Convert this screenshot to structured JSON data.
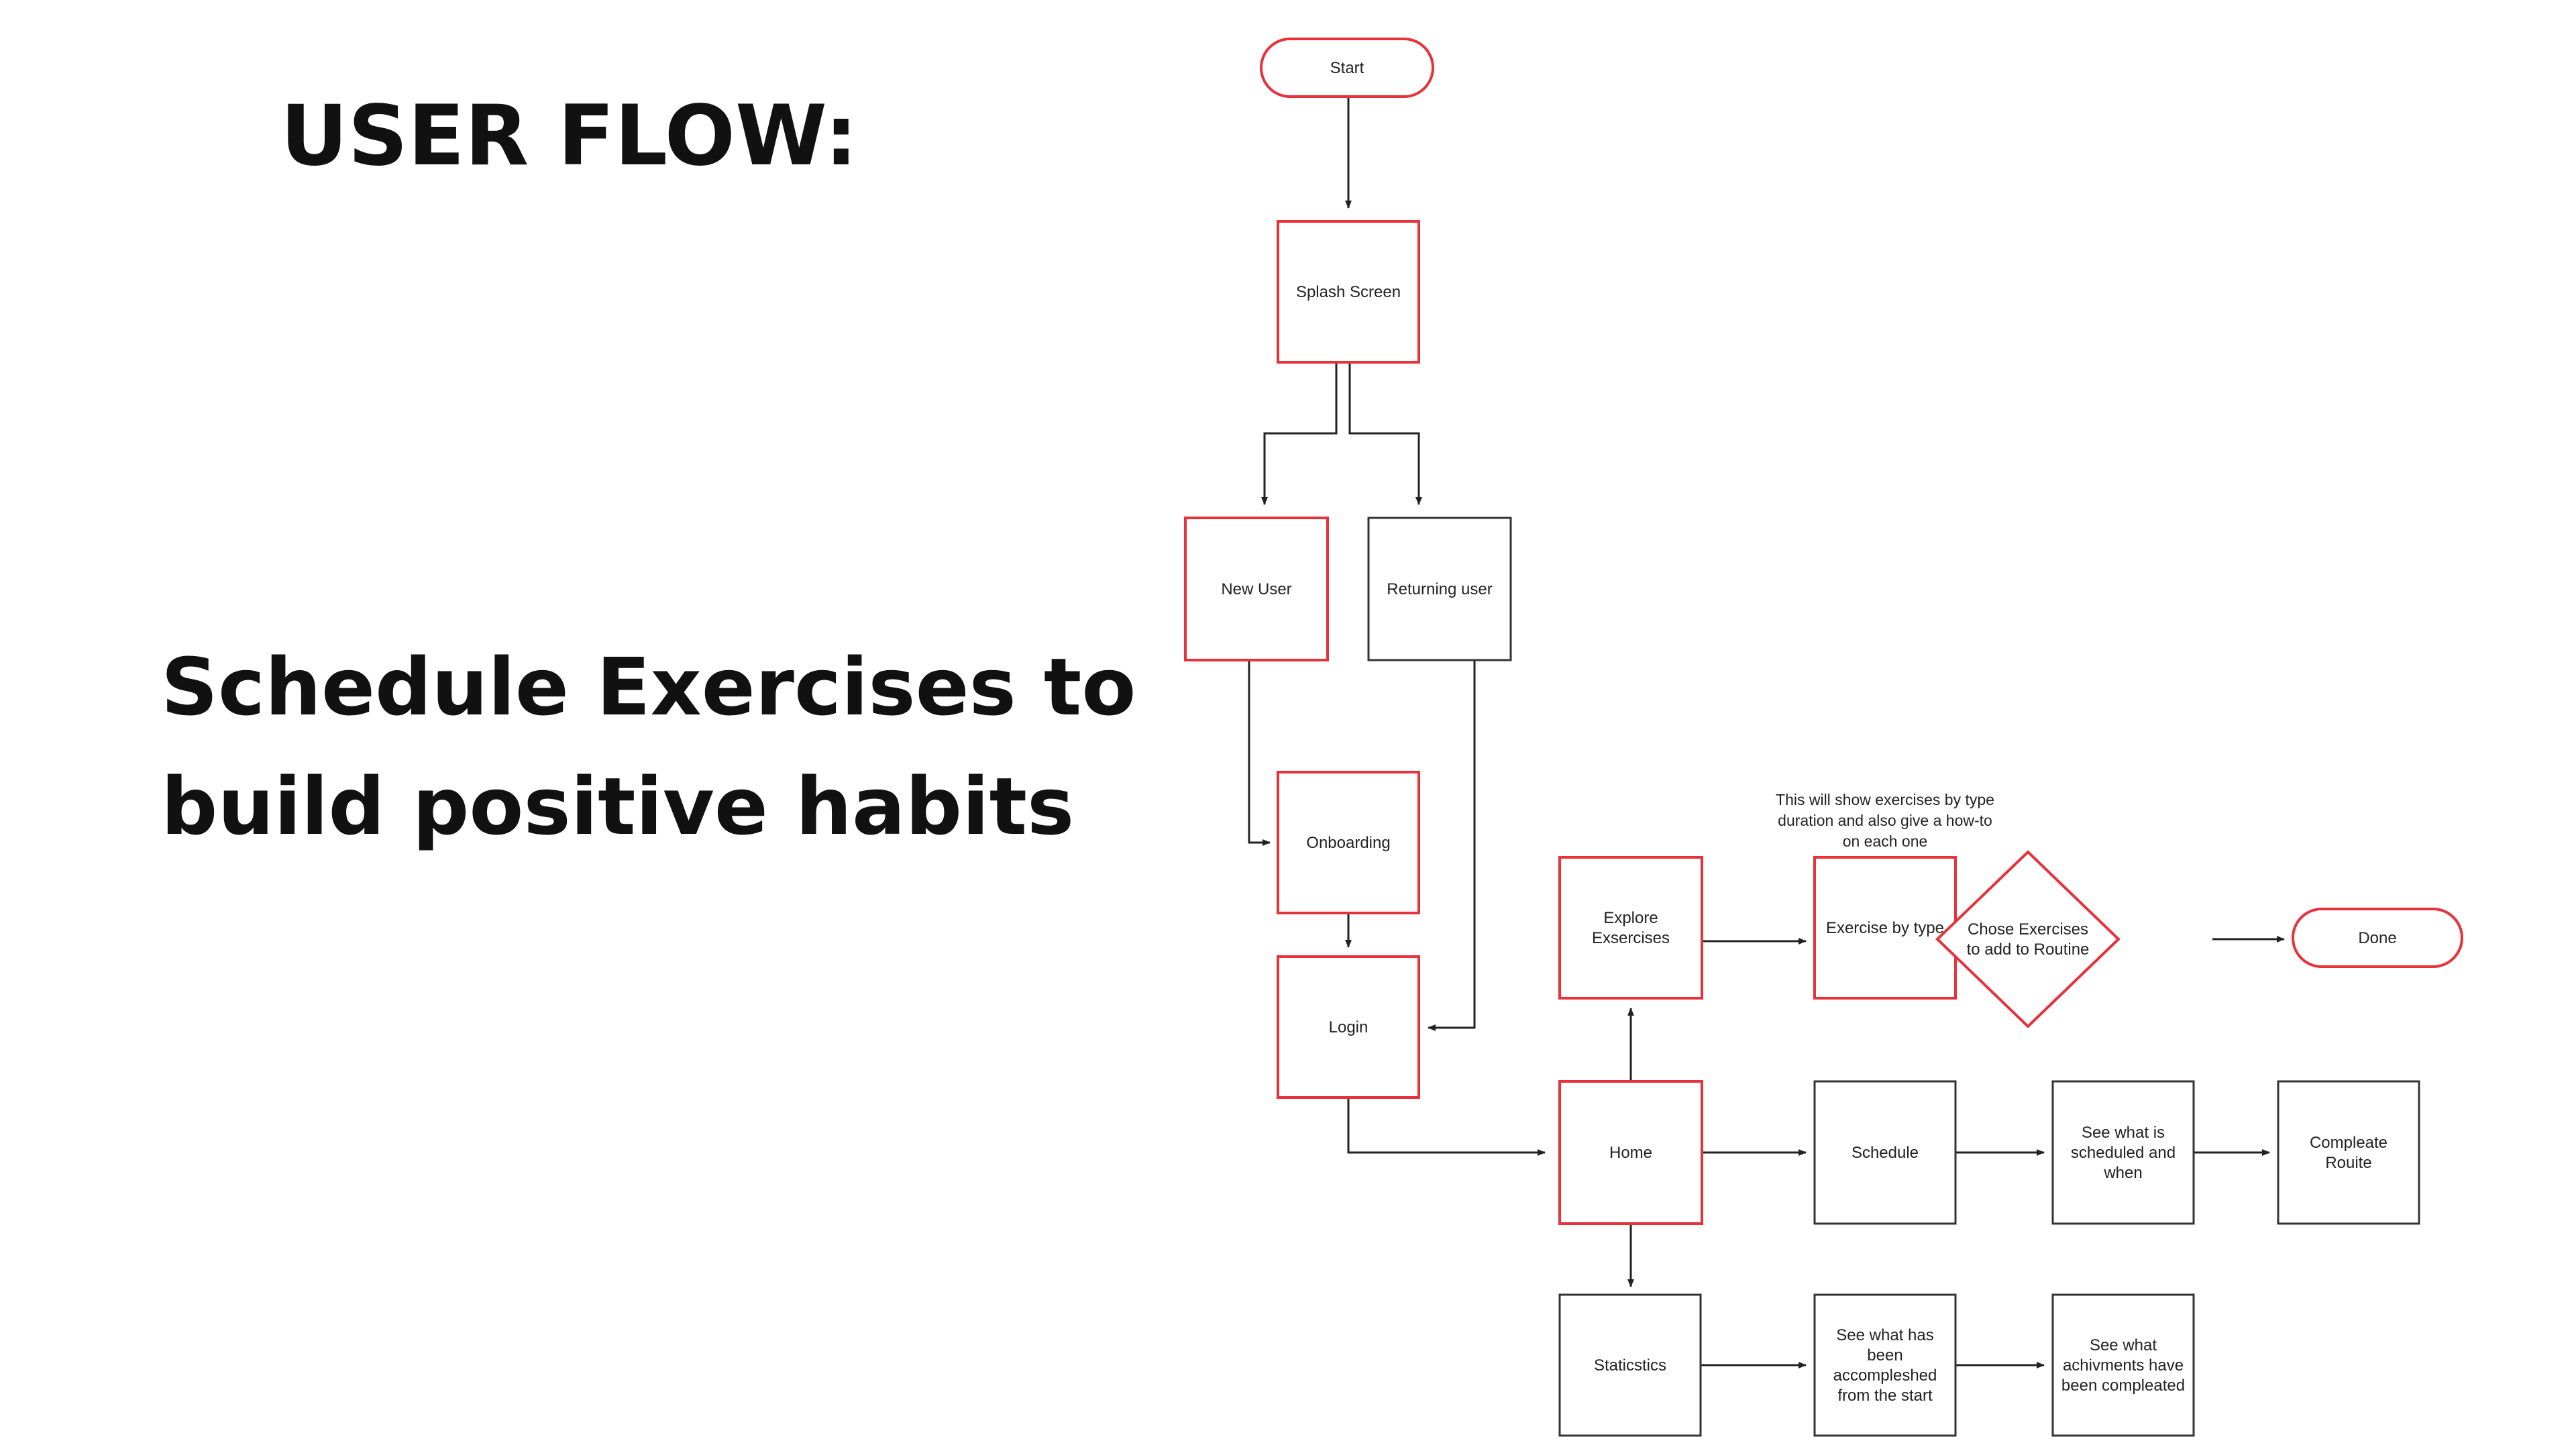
{
  "slide": {
    "title": "USER FLOW:",
    "subtitle": "Schedule Exercises to build positive habits"
  },
  "colors": {
    "accent_border": "#e8313a",
    "default_border": "#333333",
    "connector": "#222222"
  },
  "flow": {
    "nodes": [
      {
        "id": "start",
        "shape": "terminal",
        "accent": true,
        "lines": [
          "Start"
        ]
      },
      {
        "id": "splash",
        "shape": "box",
        "accent": true,
        "lines": [
          "Splash Screen"
        ]
      },
      {
        "id": "new_user",
        "shape": "box",
        "accent": true,
        "lines": [
          "New User"
        ]
      },
      {
        "id": "returning",
        "shape": "box",
        "accent": false,
        "lines": [
          "Returning user"
        ]
      },
      {
        "id": "onboarding",
        "shape": "box",
        "accent": true,
        "lines": [
          "Onboarding"
        ]
      },
      {
        "id": "login",
        "shape": "box",
        "accent": true,
        "lines": [
          "Login"
        ]
      },
      {
        "id": "home",
        "shape": "box",
        "accent": true,
        "lines": [
          "Home"
        ]
      },
      {
        "id": "explore",
        "shape": "box",
        "accent": true,
        "lines": [
          "Explore",
          "Exsercises"
        ]
      },
      {
        "id": "by_type",
        "shape": "box",
        "accent": true,
        "lines": [
          "Exercise by type"
        ]
      },
      {
        "id": "chose",
        "shape": "diamond",
        "accent": true,
        "lines": [
          "Chose Exercises",
          "to add to Routine"
        ]
      },
      {
        "id": "done",
        "shape": "terminal",
        "accent": true,
        "lines": [
          "Done"
        ]
      },
      {
        "id": "schedule",
        "shape": "box",
        "accent": false,
        "lines": [
          "Schedule"
        ]
      },
      {
        "id": "see_scheduled",
        "shape": "box",
        "accent": false,
        "lines": [
          "See what is",
          "scheduled and",
          "when"
        ]
      },
      {
        "id": "complete",
        "shape": "box",
        "accent": false,
        "lines": [
          "Compleate",
          "Rouite"
        ]
      },
      {
        "id": "stats",
        "shape": "box",
        "accent": false,
        "lines": [
          "Staticstics"
        ]
      },
      {
        "id": "accomplished",
        "shape": "box",
        "accent": false,
        "lines": [
          "See what has",
          "been",
          "accompleshed",
          "from the start"
        ]
      },
      {
        "id": "achievements",
        "shape": "box",
        "accent": false,
        "lines": [
          "See what",
          "achivments have",
          "been compleated"
        ]
      }
    ],
    "edges": [
      {
        "from": "start",
        "to": "splash"
      },
      {
        "from": "splash",
        "to": "new_user"
      },
      {
        "from": "splash",
        "to": "returning"
      },
      {
        "from": "new_user",
        "to": "onboarding"
      },
      {
        "from": "onboarding",
        "to": "login"
      },
      {
        "from": "returning",
        "to": "login"
      },
      {
        "from": "login",
        "to": "home"
      },
      {
        "from": "home",
        "to": "explore"
      },
      {
        "from": "home",
        "to": "schedule"
      },
      {
        "from": "home",
        "to": "stats"
      },
      {
        "from": "explore",
        "to": "by_type"
      },
      {
        "from": "by_type",
        "to": "chose"
      },
      {
        "from": "chose",
        "to": "done"
      },
      {
        "from": "schedule",
        "to": "see_scheduled"
      },
      {
        "from": "see_scheduled",
        "to": "complete"
      },
      {
        "from": "stats",
        "to": "accomplished"
      },
      {
        "from": "accomplished",
        "to": "achievements"
      }
    ],
    "note": {
      "lines": [
        "This will show exercises by type",
        "duration and also give a how-to",
        "on each one"
      ]
    }
  }
}
